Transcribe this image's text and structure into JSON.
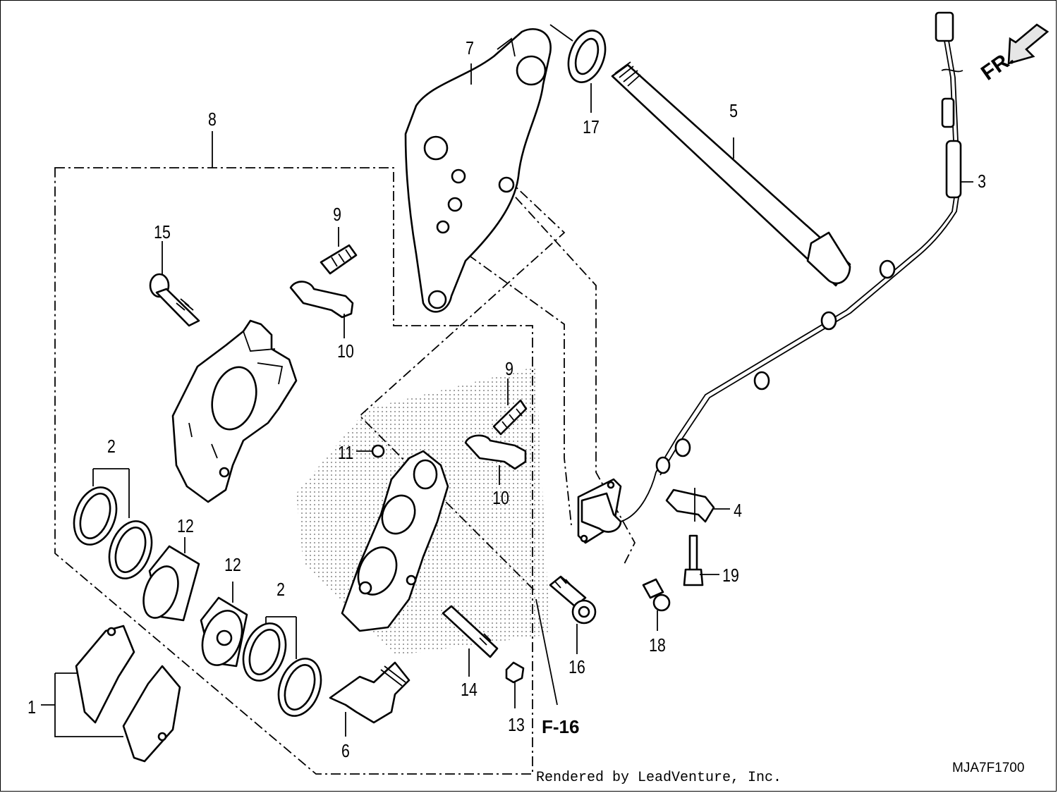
{
  "diagram_code": "MJA7F1700",
  "credit": "Rendered by LeadVenture, Inc.",
  "direction_label": "FR.",
  "reference_label": "F-16",
  "callouts": {
    "c1": "1",
    "c2a": "2",
    "c2b": "2",
    "c3": "3",
    "c4": "4",
    "c5": "5",
    "c6": "6",
    "c7": "7",
    "c8": "8",
    "c9a": "9",
    "c9b": "9",
    "c10a": "10",
    "c10b": "10",
    "c11": "11",
    "c12a": "12",
    "c12b": "12",
    "c13": "13",
    "c14": "14",
    "c15": "15",
    "c16": "16",
    "c17": "17",
    "c18": "18",
    "c19": "19"
  }
}
